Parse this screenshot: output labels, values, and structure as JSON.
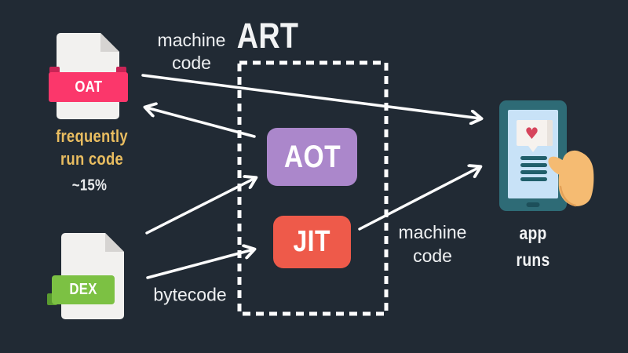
{
  "art": {
    "title": "ART"
  },
  "oat": {
    "badge": "OAT",
    "caption": [
      "frequently",
      "run code"
    ],
    "percentage": "~15%"
  },
  "dex": {
    "badge": "DEX"
  },
  "compilers": {
    "aot": "AOT",
    "jit": "JIT"
  },
  "phone": {
    "caption": [
      "app",
      "runs"
    ]
  },
  "labels": {
    "machine_code_top": [
      "machine",
      "code"
    ],
    "bytecode": "bytecode",
    "machine_code_right": [
      "machine",
      "code"
    ]
  },
  "icons": {
    "heart": "♥",
    "oat_file": "document-with-ribbon",
    "dex_file": "document-with-badge",
    "phone": "smartphone-held-by-hand"
  },
  "connections": [
    {
      "from": "OAT",
      "to": "app",
      "label": "machine code"
    },
    {
      "from": "AOT",
      "to": "OAT",
      "label": ""
    },
    {
      "from": "DEX",
      "to": "AOT",
      "label": "bytecode"
    },
    {
      "from": "DEX",
      "to": "JIT",
      "label": "bytecode"
    },
    {
      "from": "JIT",
      "to": "app",
      "label": "machine code"
    }
  ],
  "colors": {
    "background": "#212a34",
    "oat_ribbon": "#fb376b",
    "dex_badge": "#7cc143",
    "aot_box": "#ab87cb",
    "jit_box": "#ee5a4a",
    "phone_frame": "#2e6b76",
    "phone_screen": "#c8e2f7",
    "heart": "#d6455c",
    "hand_skin": "#f5bb72",
    "highlight_text": "#e9bd60",
    "line_white": "#fcfcfc"
  }
}
